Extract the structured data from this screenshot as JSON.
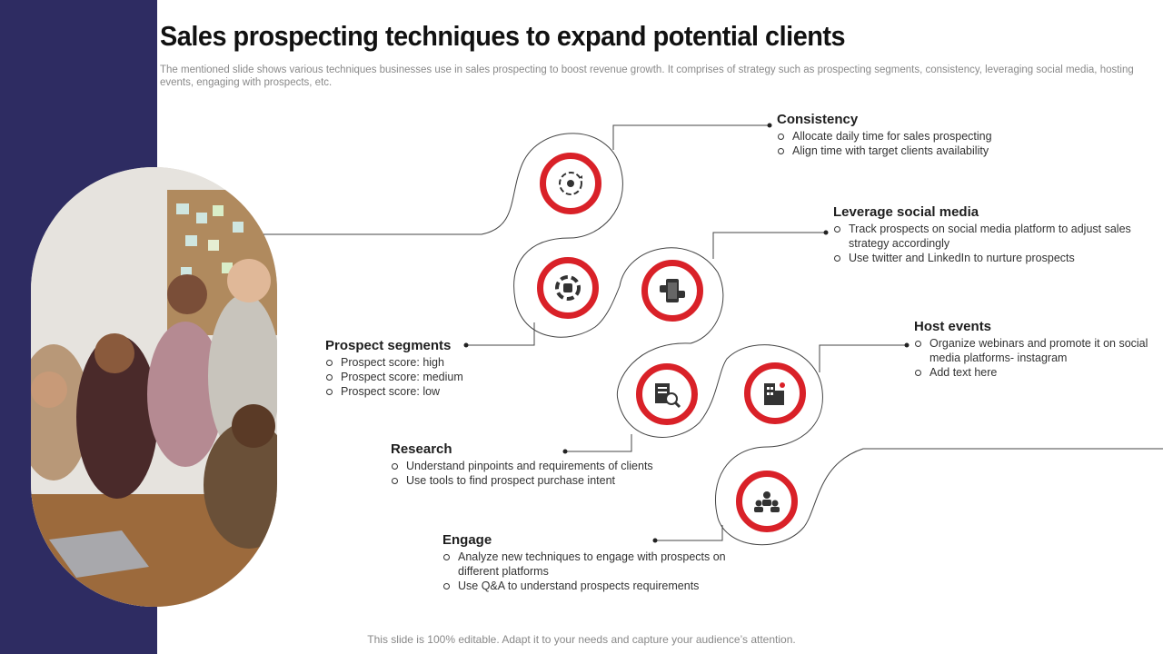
{
  "slide": {
    "title": "Sales prospecting techniques to expand potential clients",
    "subtitle": "The mentioned slide shows various techniques businesses use in sales prospecting to boost revenue growth. It comprises of strategy such as prospecting segments, consistency, leveraging social media, hosting events, engaging with prospects, etc.",
    "footer": "This slide is 100% editable. Adapt it to your needs and capture your audience’s attention."
  },
  "colors": {
    "sidebar": "#2e2c62",
    "accent_red": "#d92128",
    "icon_dark": "#333333"
  },
  "photo": {
    "icon": "team-photo"
  },
  "techniques": {
    "consistency": {
      "title": "Consistency",
      "icon": "cycle-target-icon",
      "points": [
        "Allocate daily time for sales prospecting",
        "Align time with target clients availability"
      ]
    },
    "social": {
      "title": "Leverage social media",
      "icon": "mobile-social-icon",
      "points": [
        "Track prospects on social media platform to adjust sales strategy accordingly",
        "Use twitter and LinkedIn to nurture prospects"
      ]
    },
    "segments": {
      "title": "Prospect segments",
      "icon": "segments-cycle-icon",
      "points": [
        "Prospect score: high",
        "Prospect score: medium",
        "Prospect score: low"
      ]
    },
    "events": {
      "title": "Host events",
      "icon": "event-building-icon",
      "points": [
        "Organize webinars and promote it on social media platforms- instagram",
        "Add text here"
      ]
    },
    "research": {
      "title": "Research",
      "icon": "document-search-icon",
      "points": [
        "Understand pinpoints and requirements  of clients",
        "Use tools to find prospect purchase intent"
      ]
    },
    "engage": {
      "title": "Engage",
      "icon": "team-engage-icon",
      "points": [
        "Analyze new techniques to engage with prospects on different  platforms",
        "Use Q&A to understand prospects requirements"
      ]
    }
  }
}
